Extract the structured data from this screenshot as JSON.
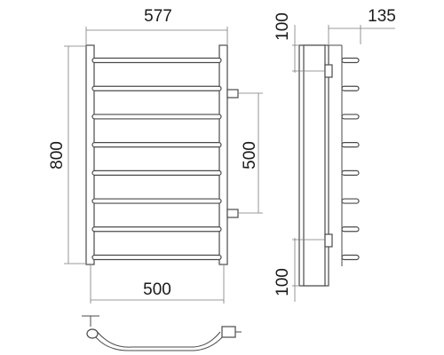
{
  "dimensions": {
    "overall_width": "577",
    "height": "800",
    "center_distance_vertical": "500",
    "center_distance_horizontal": "500",
    "top_offset": "100",
    "bottom_offset": "100",
    "depth": "135"
  },
  "rung_count": 8
}
